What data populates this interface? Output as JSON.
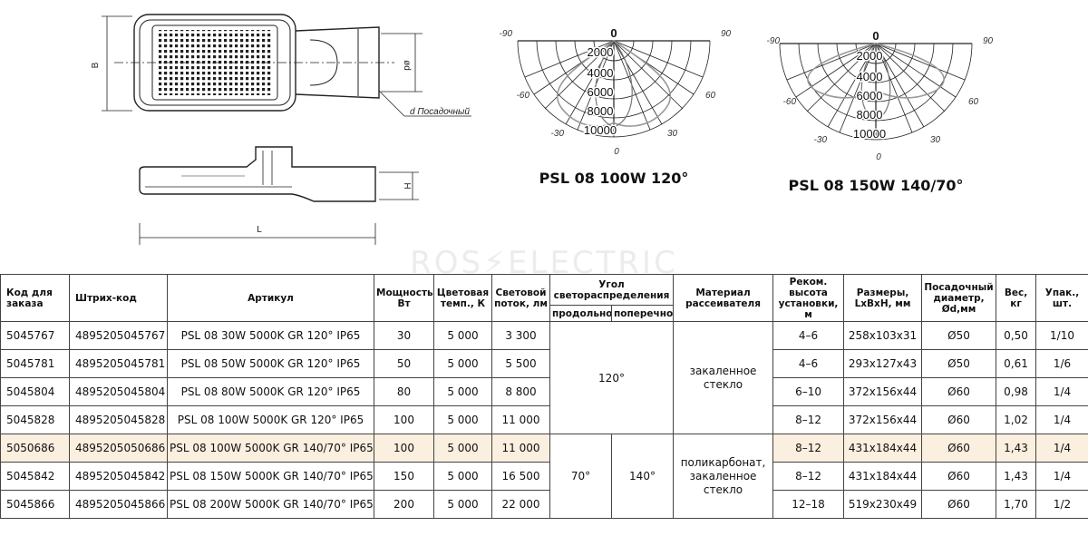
{
  "drawing": {
    "dim_b": "B",
    "dim_d": "ød",
    "dim_h": "H",
    "dim_l": "L",
    "mount_label": "d Посадочный"
  },
  "polar_1": {
    "title": "PSL 08 100W 120°",
    "angles": {
      "top": "0",
      "left": "-90",
      "right": "90",
      "mid_left": "-60",
      "mid_right": "60",
      "low_left": "-30",
      "low_right": "30",
      "bottom": "0"
    },
    "rings": [
      "2000",
      "4000",
      "6000",
      "8000",
      "10000"
    ]
  },
  "polar_2": {
    "title": "PSL 08 150W 140/70°",
    "angles": {
      "top": "0",
      "left": "-90",
      "right": "90",
      "mid_left": "-60",
      "mid_right": "60",
      "low_left": "-30",
      "low_right": "30",
      "bottom": "0"
    },
    "rings": [
      "2000",
      "4000",
      "6000",
      "8000",
      "10000"
    ]
  },
  "watermark": "ROS⚡ELECTRIC",
  "table": {
    "headers": {
      "code": "Код для заказа",
      "barcode": "Штрих-код",
      "article": "Артикул",
      "power": "Мощность, Вт",
      "color_temp": "Цветовая темп., К",
      "flux": "Световой поток, лм",
      "angle": "Угол светораспределения",
      "angle_long": "продольно",
      "angle_cross": "поперечно",
      "material": "Материал рассеивателя",
      "height": "Реком. высота установки, м",
      "dims": "Размеры, LxBxH, мм",
      "mount": "Посадочный диаметр, Ød,мм",
      "weight": "Вес, кг",
      "pack": "Упак., шт."
    },
    "merged": {
      "angle_120": "120°",
      "angle_70": "70°",
      "angle_140": "140°",
      "material_glass": "закаленное стекло",
      "material_pc": "поликарбонат, закаленное стекло"
    },
    "rows": [
      {
        "code": "5045767",
        "barcode": "4895205045767",
        "article": "PSL 08 30W 5000K GR 120° IP65",
        "power": "30",
        "temp": "5 000",
        "flux": "3 300",
        "height": "4–6",
        "dims": "258x103x31",
        "mount": "Ø50",
        "weight": "0,50",
        "pack": "1/10"
      },
      {
        "code": "5045781",
        "barcode": "4895205045781",
        "article": "PSL 08 50W 5000K GR 120° IP65",
        "power": "50",
        "temp": "5 000",
        "flux": "5 500",
        "height": "4–6",
        "dims": "293x127x43",
        "mount": "Ø50",
        "weight": "0,61",
        "pack": "1/6"
      },
      {
        "code": "5045804",
        "barcode": "4895205045804",
        "article": "PSL 08 80W 5000K GR 120° IP65",
        "power": "80",
        "temp": "5 000",
        "flux": "8 800",
        "height": "6–10",
        "dims": "372x156x44",
        "mount": "Ø60",
        "weight": "0,98",
        "pack": "1/4"
      },
      {
        "code": "5045828",
        "barcode": "4895205045828",
        "article": "PSL 08 100W 5000K GR 120° IP65",
        "power": "100",
        "temp": "5 000",
        "flux": "11 000",
        "height": "8–12",
        "dims": "372x156x44",
        "mount": "Ø60",
        "weight": "1,02",
        "pack": "1/4"
      },
      {
        "code": "5050686",
        "barcode": "4895205050686",
        "article": "PSL 08 100W 5000K GR 140/70° IP65",
        "power": "100",
        "temp": "5 000",
        "flux": "11 000",
        "height": "8–12",
        "dims": "431x184x44",
        "mount": "Ø60",
        "weight": "1,43",
        "pack": "1/4"
      },
      {
        "code": "5045842",
        "barcode": "4895205045842",
        "article": "PSL 08 150W 5000K GR 140/70° IP65",
        "power": "150",
        "temp": "5 000",
        "flux": "16 500",
        "height": "8–12",
        "dims": "431x184x44",
        "mount": "Ø60",
        "weight": "1,43",
        "pack": "1/4"
      },
      {
        "code": "5045866",
        "barcode": "4895205045866",
        "article": "PSL 08 200W 5000K GR 140/70° IP65",
        "power": "200",
        "temp": "5 000",
        "flux": "22 000",
        "height": "12–18",
        "dims": "519x230x49",
        "mount": "Ø60",
        "weight": "1,70",
        "pack": "1/2"
      }
    ]
  }
}
